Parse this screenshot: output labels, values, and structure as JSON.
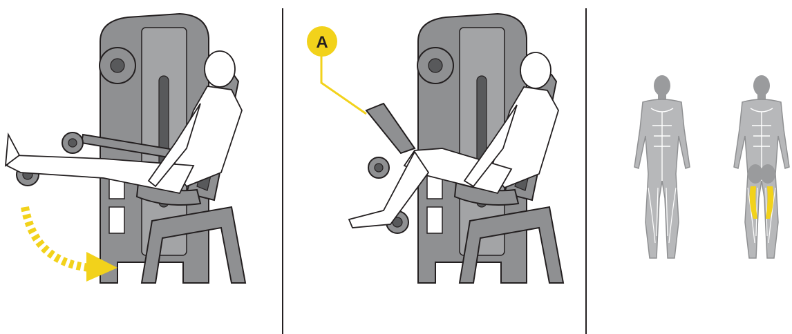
{
  "colors": {
    "machine": "#8f9092",
    "machine_dark": "#58595b",
    "outline": "#231f20",
    "accent": "#f2d21b",
    "figure": "#ffffff",
    "body_silhouette": "#b7b8ba",
    "body_shadow": "#8f9092",
    "divider": "#231f20"
  },
  "callout": {
    "label": "A"
  },
  "panels": [
    {
      "id": "start-position",
      "motion": "curved-arrow-down"
    },
    {
      "id": "end-position",
      "callout": "A"
    },
    {
      "id": "muscle-map",
      "highlight": "hamstrings"
    }
  ]
}
